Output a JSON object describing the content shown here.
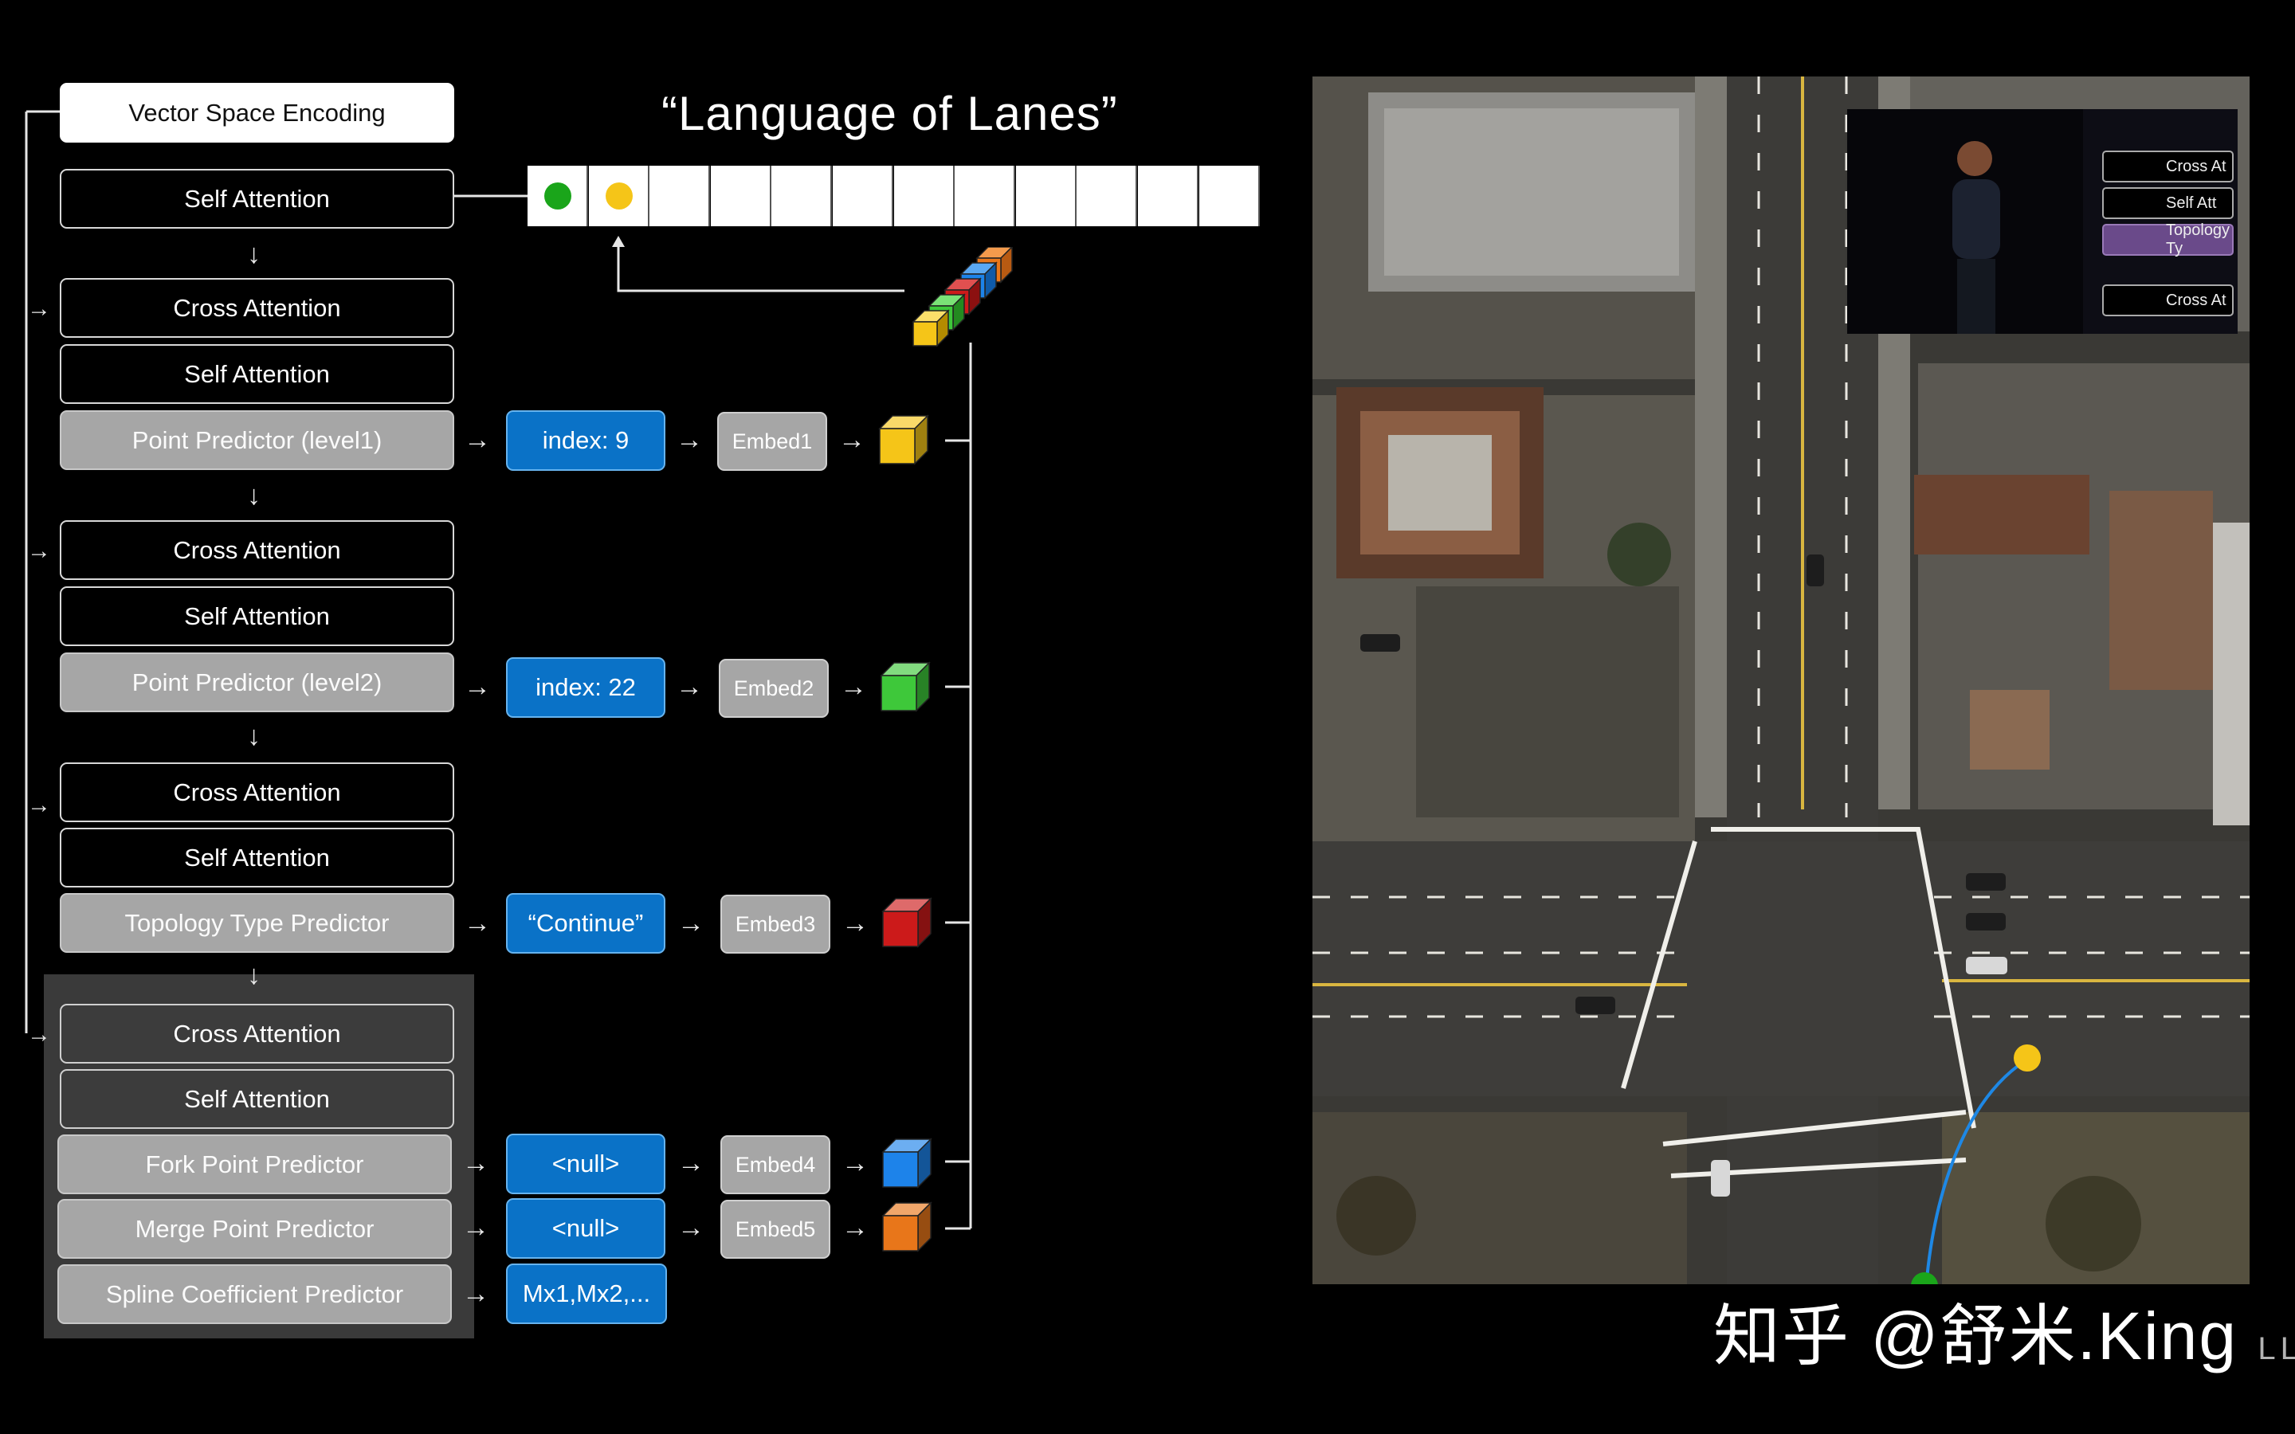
{
  "title": "“Language of Lanes”",
  "encoder": {
    "vector_space": "Vector Space Encoding",
    "self_attention_top": "Self Attention"
  },
  "level1": {
    "cross": "Cross Attention",
    "self": "Self Attention",
    "predictor": "Point Predictor (level1)",
    "output": "index: 9",
    "embed": "Embed1",
    "cube_color": "#f5c518"
  },
  "level2": {
    "cross": "Cross Attention",
    "self": "Self Attention",
    "predictor": "Point Predictor (level2)",
    "output": "index: 22",
    "embed": "Embed2",
    "cube_color": "#3ec83a"
  },
  "topology": {
    "cross": "Cross Attention",
    "self": "Self Attention",
    "predictor": "Topology Type Predictor",
    "output": "“Continue”",
    "embed": "Embed3",
    "cube_color": "#cc1a1a"
  },
  "final": {
    "cross": "Cross Attention",
    "self": "Self Attention",
    "fork": {
      "predictor": "Fork Point Predictor",
      "output": "<null>",
      "embed": "Embed4",
      "cube_color": "#1d83ea"
    },
    "merge": {
      "predictor": "Merge Point Predictor",
      "output": "<null>",
      "embed": "Embed5",
      "cube_color": "#e8761a"
    },
    "spline": {
      "predictor": "Spline Coefficient Predictor",
      "output": "Mx1,Mx2,..."
    }
  },
  "token_sequence": {
    "cells": 12,
    "tokens": [
      {
        "index": 0,
        "color": "#1aa51a"
      },
      {
        "index": 1,
        "color": "#f5c518"
      }
    ]
  },
  "inset_video": {
    "labels": [
      "Cross At",
      "Self Att",
      "Topology Ty",
      "Cross At"
    ]
  },
  "watermark": {
    "text": "知乎 @舒米.King",
    "suffix": "LL WE"
  },
  "colors": {
    "encoding_blue": "#0a72c7",
    "predictor_gray": "#a6a6a6",
    "lane_path": "#1e88e5"
  }
}
